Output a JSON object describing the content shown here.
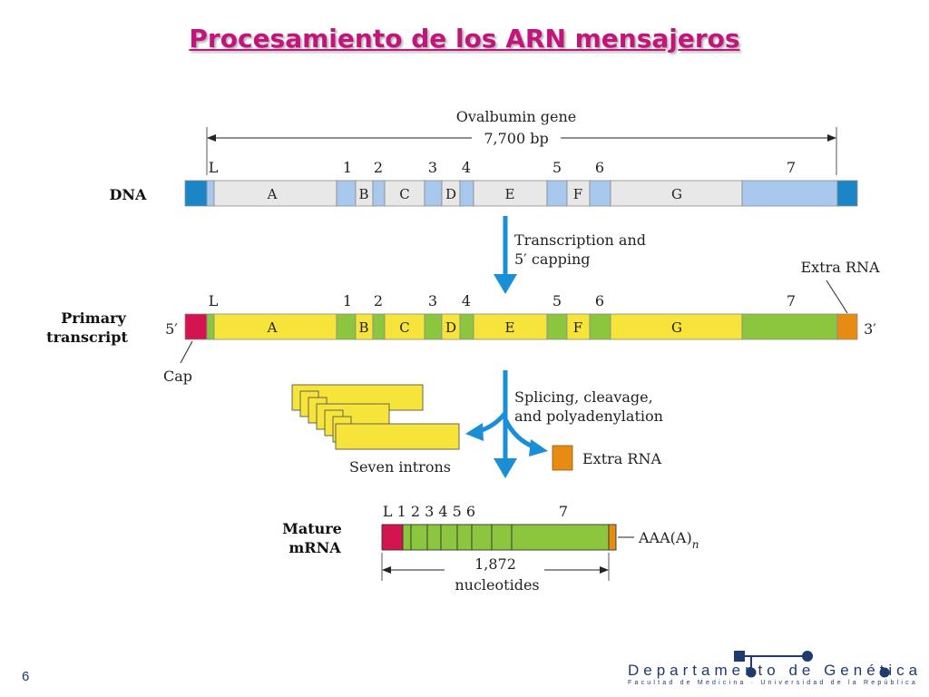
{
  "slide": {
    "title": "Procesamiento de los ARN mensajeros",
    "page_number": "6",
    "department": "Departamento de Genética",
    "faculty": "Facultad de Medicina · Universidad de la República"
  },
  "diagram": {
    "gene_title": "Ovalbumin gene",
    "gene_length": "7,700 bp",
    "dna_label": "DNA",
    "primary_label_line1": "Primary",
    "primary_label_line2": "transcript",
    "mature_label_line1": "Mature",
    "mature_label_line2": "mRNA",
    "exon_labels": [
      "L",
      "1",
      "2",
      "3",
      "4",
      "5",
      "6",
      "7"
    ],
    "intron_labels": [
      "A",
      "B",
      "C",
      "D",
      "E",
      "F",
      "G"
    ],
    "five_prime": "5′",
    "three_prime": "3′",
    "cap": "Cap",
    "extra_rna_top": "Extra RNA",
    "extra_rna_mid": "Extra RNA",
    "step1_line1": "Transcription and",
    "step1_line2": "5′ capping",
    "step2_line1": "Splicing, cleavage,",
    "step2_line2": "and polyadenylation",
    "seven_introns": "Seven introns",
    "poly_a": "AAA(A)",
    "poly_a_sub": "n",
    "mrna_exon_labels": "L 1 2 3 4 5 6",
    "mrna_exon7": "7",
    "mrna_length": "1,872",
    "mrna_unit": "nucleotides",
    "colors": {
      "exon_dna": "#a9c8ee",
      "intron_dna": "#e8e8e8",
      "end_blue": "#1a86c8",
      "exon_rna": "#8cc63e",
      "intron_rna": "#f7e43a",
      "cap": "#d3144f",
      "extra_rna": "#e88b12",
      "arrow": "#1a8fd6"
    }
  }
}
